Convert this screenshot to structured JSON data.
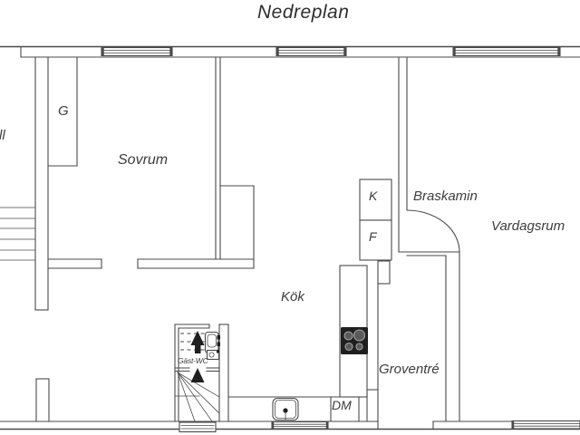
{
  "title": "Nedreplan",
  "plan": {
    "labels": {
      "hall_partial": "ll",
      "wardrobe": "G",
      "bedroom": "Sovrum",
      "fridge": "K",
      "freezer": "F",
      "fireplace": "Braskamin",
      "living_room": "Vardagsrum",
      "kitchen": "Kök",
      "utility_entrance": "Groventré",
      "dishwasher": "DM",
      "guest_wc": "Gäst-WC"
    },
    "colors": {
      "line": "#4a4a4a",
      "text": "#3d3d3d",
      "fixture_fill": "#1f1f1f",
      "background": "#ffffff"
    }
  }
}
